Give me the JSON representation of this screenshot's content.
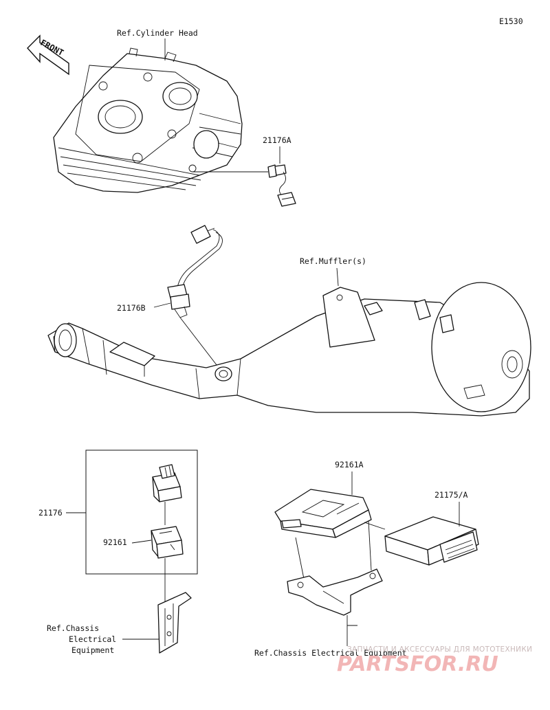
{
  "diagram_code": "E1530",
  "front_label": "FRONT",
  "callouts": {
    "ref_cylinder_head": "Ref.Cylinder Head",
    "part_21176A": "21176A",
    "ref_muffler": "Ref.Muffler(s)",
    "part_21176B": "21176B",
    "part_21176": "21176",
    "part_92161": "92161",
    "part_92161A": "92161A",
    "part_21175A": "21175/A",
    "ref_chassis_left": [
      "Ref.Chassis",
      "Electrical",
      "Equipment"
    ],
    "ref_chassis_right": "Ref.Chassis Electrical Equipment"
  },
  "watermark": {
    "tagline": "ЗАПЧАСТИ И АКСЕССУАРЫ ДЛЯ МОТОТЕХНИКИ",
    "brand": "PARTSFOR.RU"
  }
}
